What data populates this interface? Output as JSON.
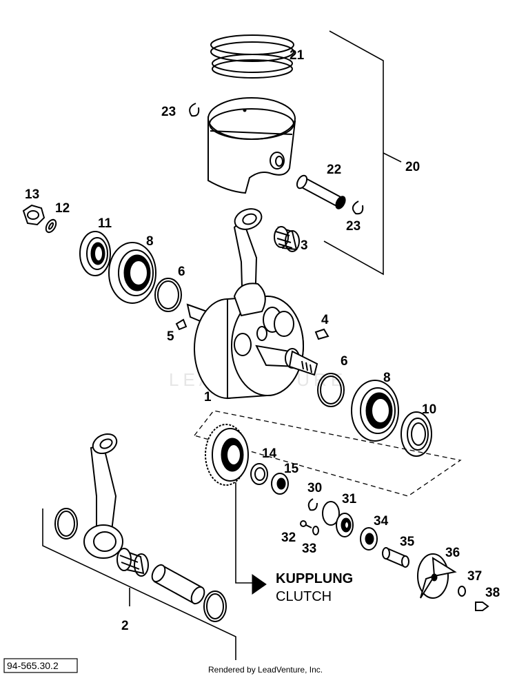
{
  "diagram": {
    "watermark": "LEADVENTURE",
    "ref_code": "94-565.30.2",
    "footer": "Rendered by LeadVenture, Inc.",
    "destination": {
      "line1": "KUPPLUNG",
      "line2": "CLUTCH"
    },
    "callouts": [
      {
        "id": "c21",
        "text": "21"
      },
      {
        "id": "c23a",
        "text": "23"
      },
      {
        "id": "c20",
        "text": "20"
      },
      {
        "id": "c22",
        "text": "22"
      },
      {
        "id": "c23b",
        "text": "23"
      },
      {
        "id": "c13",
        "text": "13"
      },
      {
        "id": "c12",
        "text": "12"
      },
      {
        "id": "c11",
        "text": "11"
      },
      {
        "id": "c8a",
        "text": "8"
      },
      {
        "id": "c3",
        "text": "3"
      },
      {
        "id": "c6a",
        "text": "6"
      },
      {
        "id": "c5",
        "text": "5"
      },
      {
        "id": "c4",
        "text": "4"
      },
      {
        "id": "c6b",
        "text": "6"
      },
      {
        "id": "c8b",
        "text": "8"
      },
      {
        "id": "c1",
        "text": "1"
      },
      {
        "id": "c10",
        "text": "10"
      },
      {
        "id": "c14",
        "text": "14"
      },
      {
        "id": "c15",
        "text": "15"
      },
      {
        "id": "c30",
        "text": "30"
      },
      {
        "id": "c31",
        "text": "31"
      },
      {
        "id": "c34",
        "text": "34"
      },
      {
        "id": "c32",
        "text": "32"
      },
      {
        "id": "c33",
        "text": "33"
      },
      {
        "id": "c35",
        "text": "35"
      },
      {
        "id": "c36",
        "text": "36"
      },
      {
        "id": "c37",
        "text": "37"
      },
      {
        "id": "c38",
        "text": "38"
      },
      {
        "id": "c2",
        "text": "2"
      }
    ]
  }
}
